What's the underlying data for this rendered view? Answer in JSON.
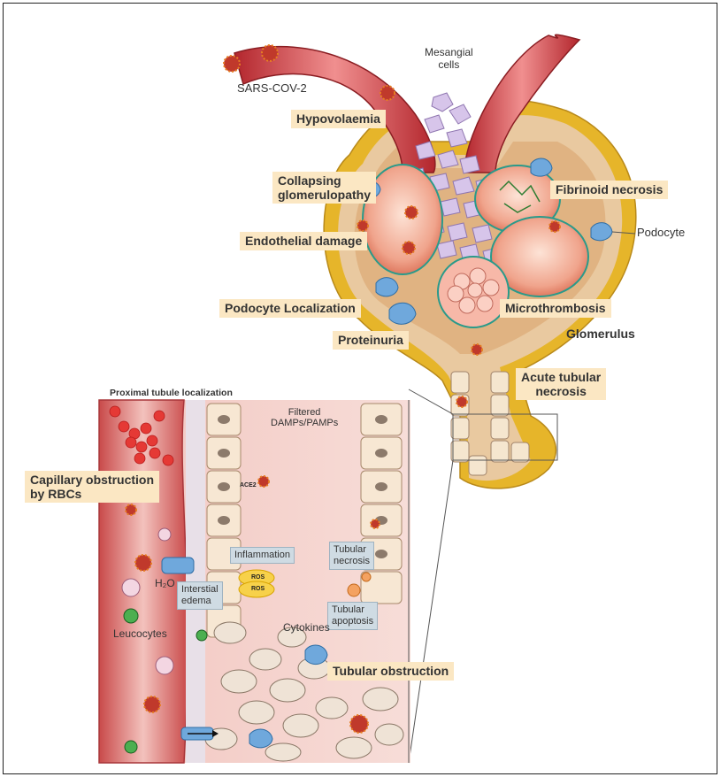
{
  "labels": {
    "sars": "SARS-COV-2",
    "mesangial": "Mesangial\ncells",
    "hypovolaemia": "Hypovolaemia",
    "collapsing": "Collapsing\nglomerulopathy",
    "fibrinoid": "Fibrinoid necrosis",
    "podocyte": "Podocyte",
    "endothelial": "Endothelial damage",
    "podocyte_localization": "Podocyte Localization",
    "microthrombosis": "Microthrombosis",
    "proteinuria": "Proteinuria",
    "glomerulus": "Glomerulus",
    "acute_tubular": "Acute tubular\nnecrosis",
    "proximal": "Proximal tubule localization",
    "filtered": "Filtered\nDAMPs/PAMPs",
    "capillary": "Capillary obstruction\nby RBCs",
    "ace2": "ACE2",
    "inflammation": "Inflammation",
    "tubular_necrosis": "Tubular\nnecrosis",
    "h2o": "H₂O",
    "interstial": "Interstial\nedema",
    "ros1": "ROS",
    "ros2": "ROS",
    "tubular_apoptosis": "Tubular\napoptosis",
    "leucocytes": "Leucocytes",
    "cytokines": "Cytokines",
    "tubular_obstruction": "Tubular obstruction"
  },
  "colors": {
    "capsule_yellow": "#e6b52a",
    "capsule_inner": "#e9c9a0",
    "vessel_red": "#c9393f",
    "label_bg": "#fbe7c3",
    "mesangial": "#d7c5ea",
    "virus": "#c0392b"
  }
}
